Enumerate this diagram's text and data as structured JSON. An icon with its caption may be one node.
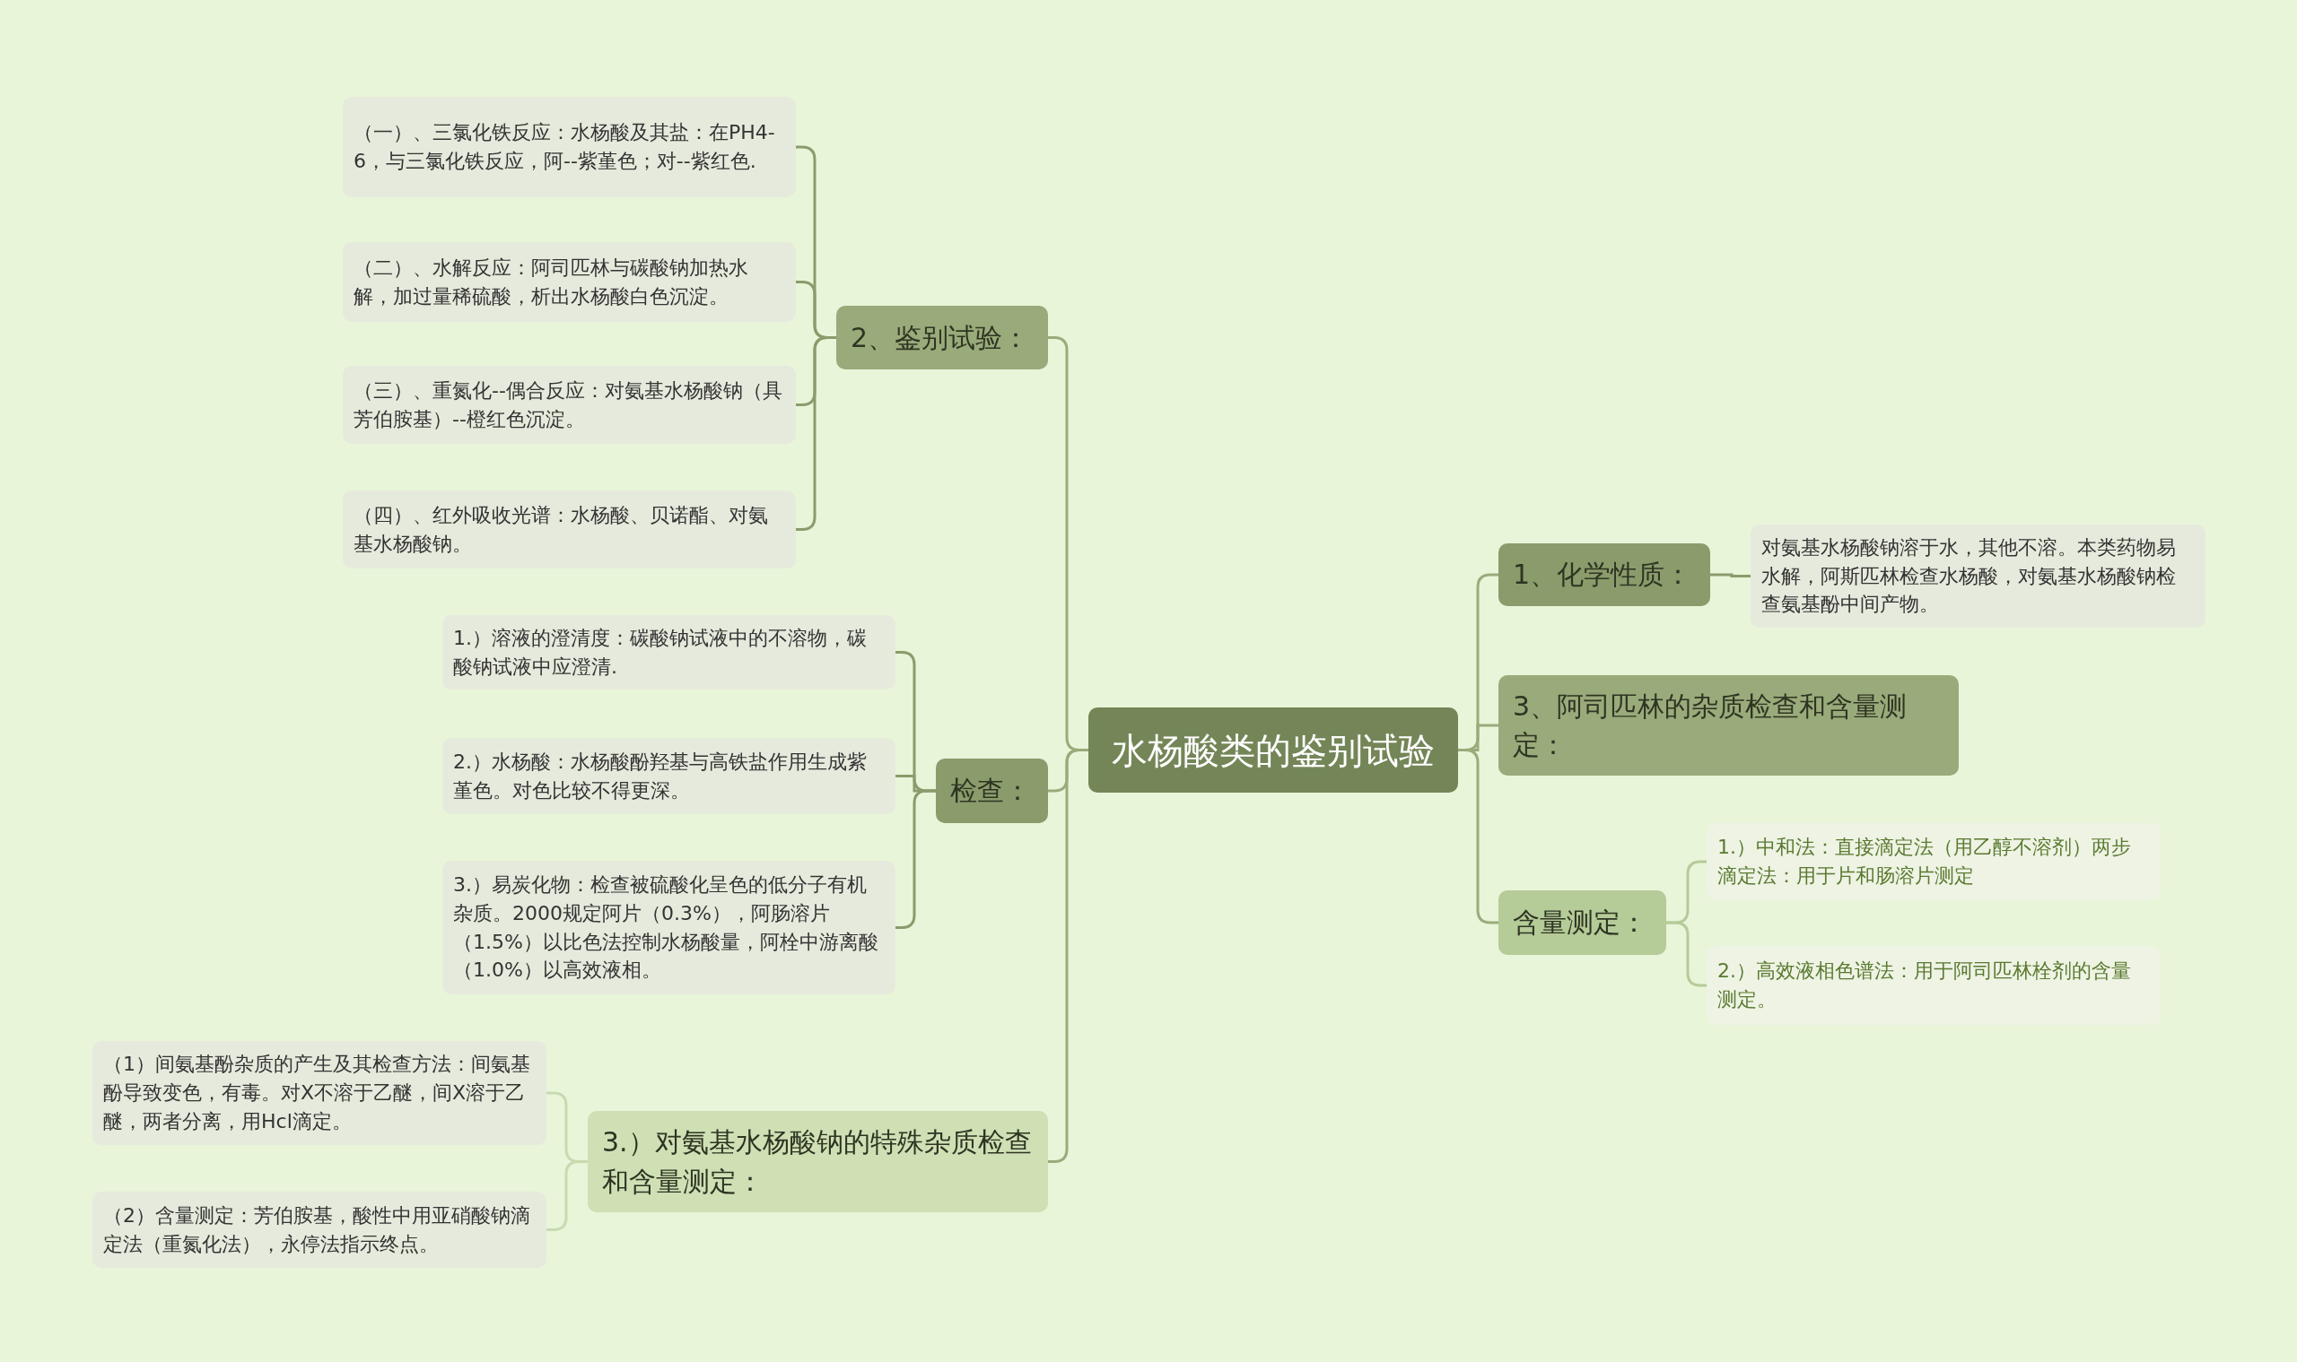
{
  "diagram": {
    "nodes": [
      {
        "text": [
          "水杨酸类的鉴别试验"
        ]
      },
      {
        "text": [
          "2、鉴别试验："
        ]
      },
      {
        "text": [
          "（一）、三氯化铁反应：水杨酸及其盐：在PH4-6，与三氯化铁反应，阿--紫堇色；对--紫红色."
        ]
      },
      {
        "text": [
          "（二）、水解反应：阿司匹林与碳酸钠加热水解，加过量稀硫酸，析出水杨酸白色沉淀。"
        ]
      },
      {
        "text": [
          "（三）、重氮化--偶合反应：对氨基水杨酸钠（具芳伯胺基）--橙红色沉淀。"
        ]
      },
      {
        "text": [
          "（四）、红外吸收光谱：水杨酸、贝诺酯、对氨基水杨酸钠。"
        ]
      },
      {
        "text": [
          "检查："
        ]
      },
      {
        "text": [
          "1.）溶液的澄清度：碳酸钠试液中的不溶物，碳酸钠试液中应澄清."
        ]
      },
      {
        "text": [
          "2.）水杨酸：水杨酸酚羟基与高铁盐作用生成紫堇色。对色比较不得更深。"
        ]
      },
      {
        "text": [
          "3.）易炭化物：检查被硫酸化呈色的低分子有机杂质。2000规定阿片（0.3%），阿肠溶片（1.5%）以比色法控制水杨酸量，阿栓中游离酸（1.0%）以高效液相。"
        ]
      },
      {
        "text": [
          "3.）对氨基水杨酸钠的特殊杂质检查和含量测定："
        ]
      },
      {
        "text": [
          "（1）间氨基酚杂质的产生及其检查方法：间氨基酚导致变色，有毒。对X不溶于乙醚，间X溶于乙醚，两者分离，用Hcl滴定。"
        ]
      },
      {
        "text": [
          "（2）含量测定：芳伯胺基，酸性中用亚硝酸钠滴定法（重氮化法），永停法指示终点。"
        ]
      },
      {
        "text": [
          "1、化学性质："
        ]
      },
      {
        "text": [
          "对氨基水杨酸钠溶于水，其他不溶。本类药物易水解，阿斯匹林检查水杨酸，对氨基水杨酸钠检查氨基酚中间产物。"
        ]
      },
      {
        "text": [
          "3、阿司匹林的杂质检查和含量测定："
        ]
      },
      {
        "text": [
          "含量测定："
        ]
      },
      {
        "text": [
          "1.）中和法：直接滴定法（用乙醇不溶剂）两步滴定法：用于片和肠溶片测定"
        ]
      },
      {
        "text": [
          "2.）高效液相色谱法：用于阿司匹林栓剂的含量测定。"
        ]
      }
    ],
    "edges": [
      {
        "from": 0,
        "to": 1,
        "arrow": "none"
      },
      {
        "from": 1,
        "to": 2,
        "arrow": "none"
      },
      {
        "from": 1,
        "to": 3,
        "arrow": "none"
      },
      {
        "from": 1,
        "to": 4,
        "arrow": "none"
      },
      {
        "from": 1,
        "to": 5,
        "arrow": "none"
      },
      {
        "from": 0,
        "to": 6,
        "arrow": "none"
      },
      {
        "from": 6,
        "to": 7,
        "arrow": "none"
      },
      {
        "from": 6,
        "to": 8,
        "arrow": "none"
      },
      {
        "from": 6,
        "to": 9,
        "arrow": "none"
      },
      {
        "from": 0,
        "to": 10,
        "arrow": "none"
      },
      {
        "from": 10,
        "to": 11,
        "arrow": "none"
      },
      {
        "from": 10,
        "to": 12,
        "arrow": "none"
      },
      {
        "from": 0,
        "to": 13,
        "arrow": "none"
      },
      {
        "from": 13,
        "to": 14,
        "arrow": "none"
      },
      {
        "from": 0,
        "to": 15,
        "arrow": "none"
      },
      {
        "from": 0,
        "to": 16,
        "arrow": "none"
      },
      {
        "from": 16,
        "to": 17,
        "arrow": "none"
      },
      {
        "from": 16,
        "to": 18,
        "arrow": "none"
      }
    ]
  }
}
